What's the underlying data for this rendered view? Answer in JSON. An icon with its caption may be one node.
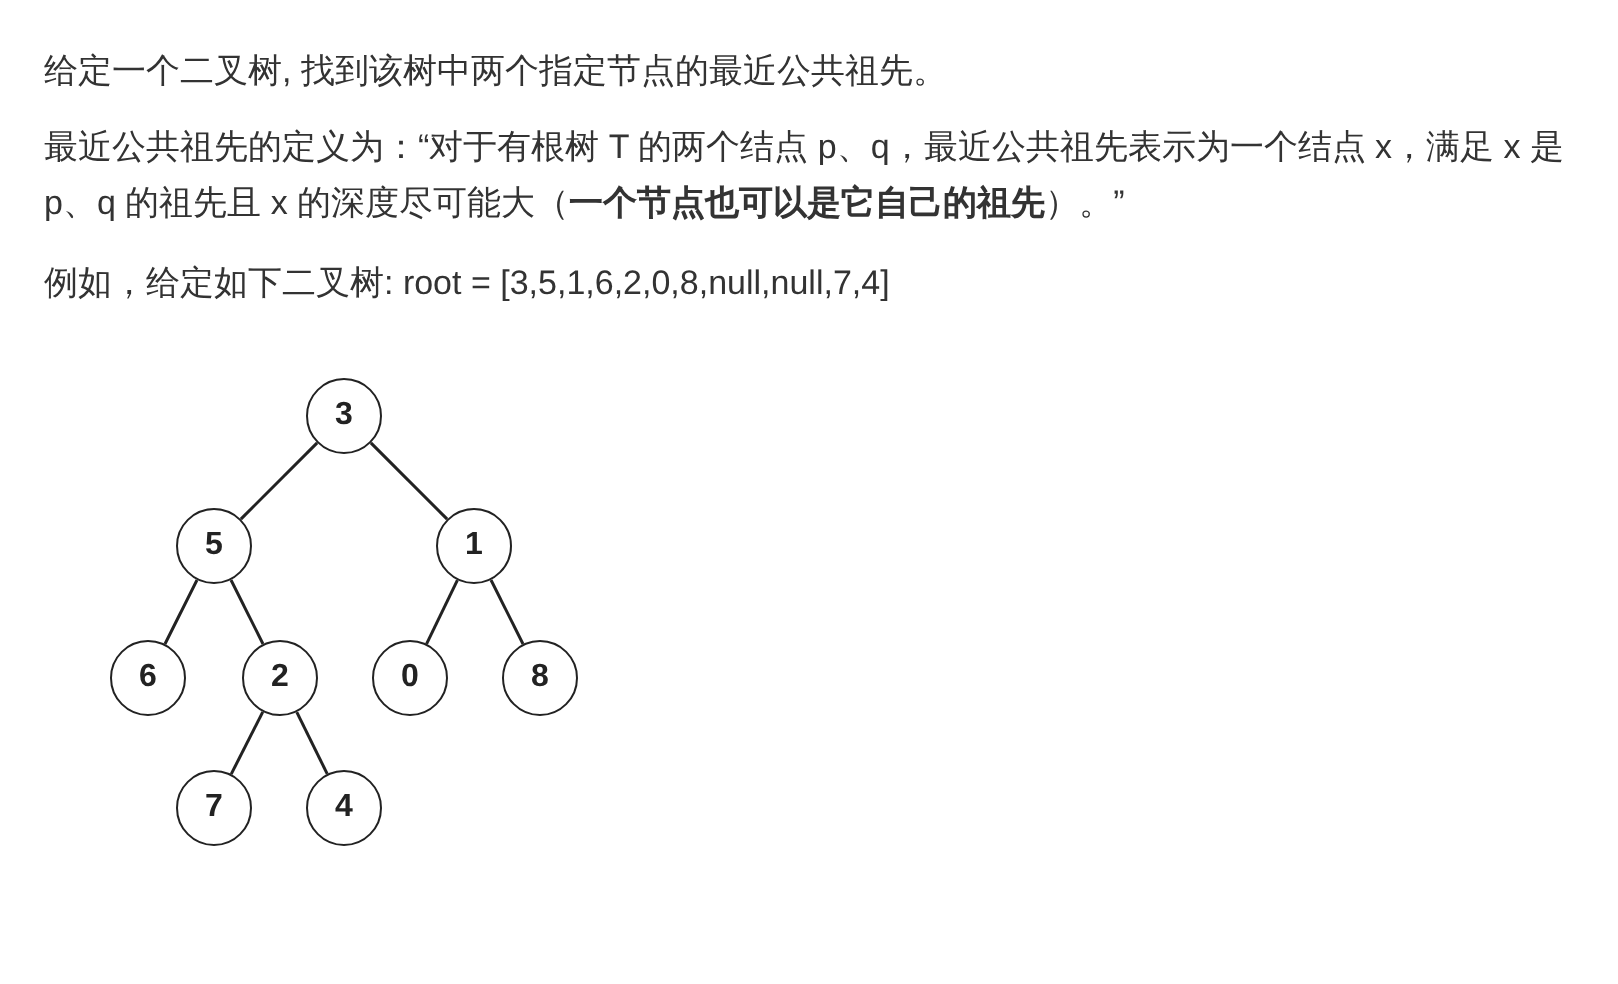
{
  "diagram": {
    "nodes": [
      {
        "text": [
          "3"
        ]
      },
      {
        "text": [
          "5"
        ]
      },
      {
        "text": [
          "1"
        ]
      },
      {
        "text": [
          "6"
        ]
      },
      {
        "text": [
          "2"
        ]
      },
      {
        "text": [
          "0"
        ]
      },
      {
        "text": [
          "8"
        ]
      },
      {
        "text": [
          "7"
        ]
      },
      {
        "text": [
          "4"
        ]
      }
    ],
    "edges": [
      {
        "from": 0,
        "to": 1,
        "arrow": "none"
      },
      {
        "from": 0,
        "to": 2,
        "arrow": "none"
      },
      {
        "from": 1,
        "to": 3,
        "arrow": "none"
      },
      {
        "from": 1,
        "to": 4,
        "arrow": "none"
      },
      {
        "from": 2,
        "to": 5,
        "arrow": "none"
      },
      {
        "from": 2,
        "to": 6,
        "arrow": "none"
      },
      {
        "from": 4,
        "to": 7,
        "arrow": "none"
      },
      {
        "from": 4,
        "to": 8,
        "arrow": "none"
      }
    ],
    "labels": [
      "给定一个二叉树, 找到该树中两个指定节点的最近公共祖先。",
      "最近公共祖先的定义为：“对于有根树 T 的两个结点 p、q，最近公共祖先表示为一个结点 x，满足 x 是 p、q 的祖先且 x 的深度尽可能大（**一个节点也可以是它自己的祖先**）。”",
      "例如，给定如下二叉树:  root = [3,5,1,6,2,0,8,null,null,7,4]"
    ]
  }
}
